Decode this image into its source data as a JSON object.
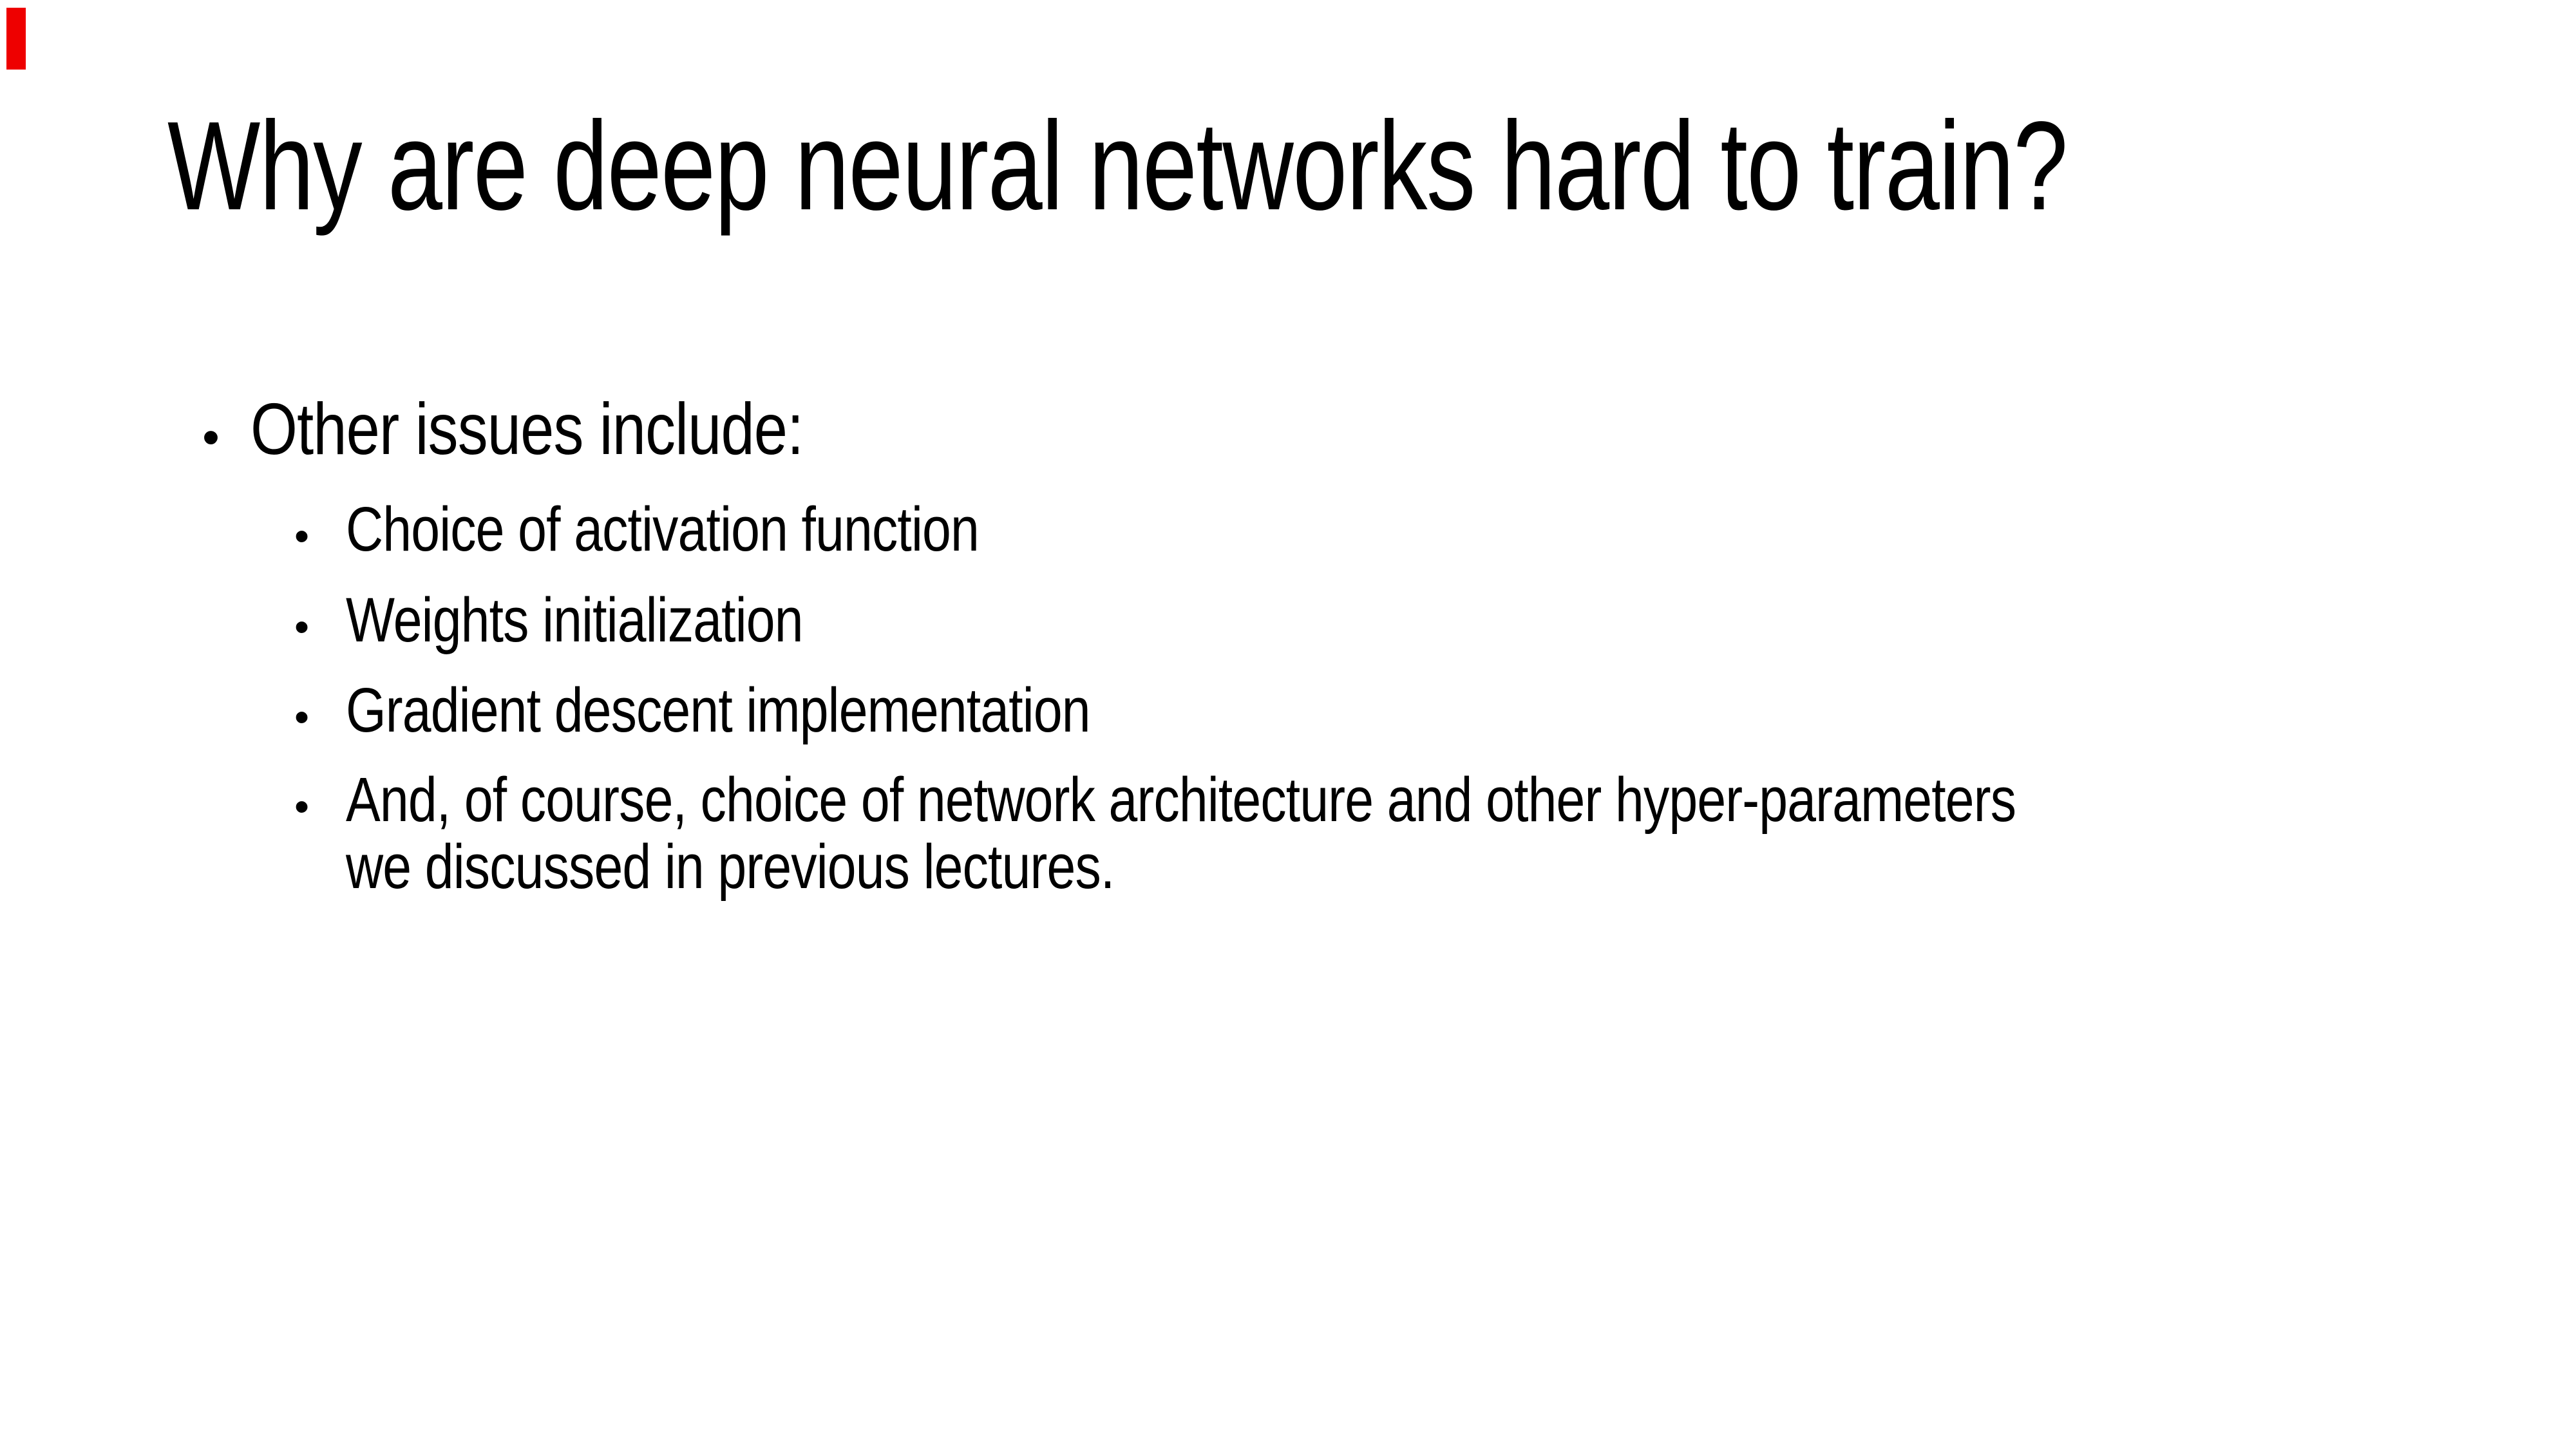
{
  "slide": {
    "title": "Why are deep neural networks hard to train?",
    "accent_color": "#ee0000",
    "text_color": "#000000",
    "background_color": "#ffffff",
    "bullet_char": "•",
    "bullets": {
      "level1": "Other issues include:",
      "level2": [
        "Choice of activation function",
        "Weights initialization",
        "Gradient descent implementation"
      ],
      "level2_wrapped": {
        "line1": "And, of course, choice of network architecture and other hyper-parameters",
        "line2": "we discussed in previous lectures."
      }
    }
  }
}
